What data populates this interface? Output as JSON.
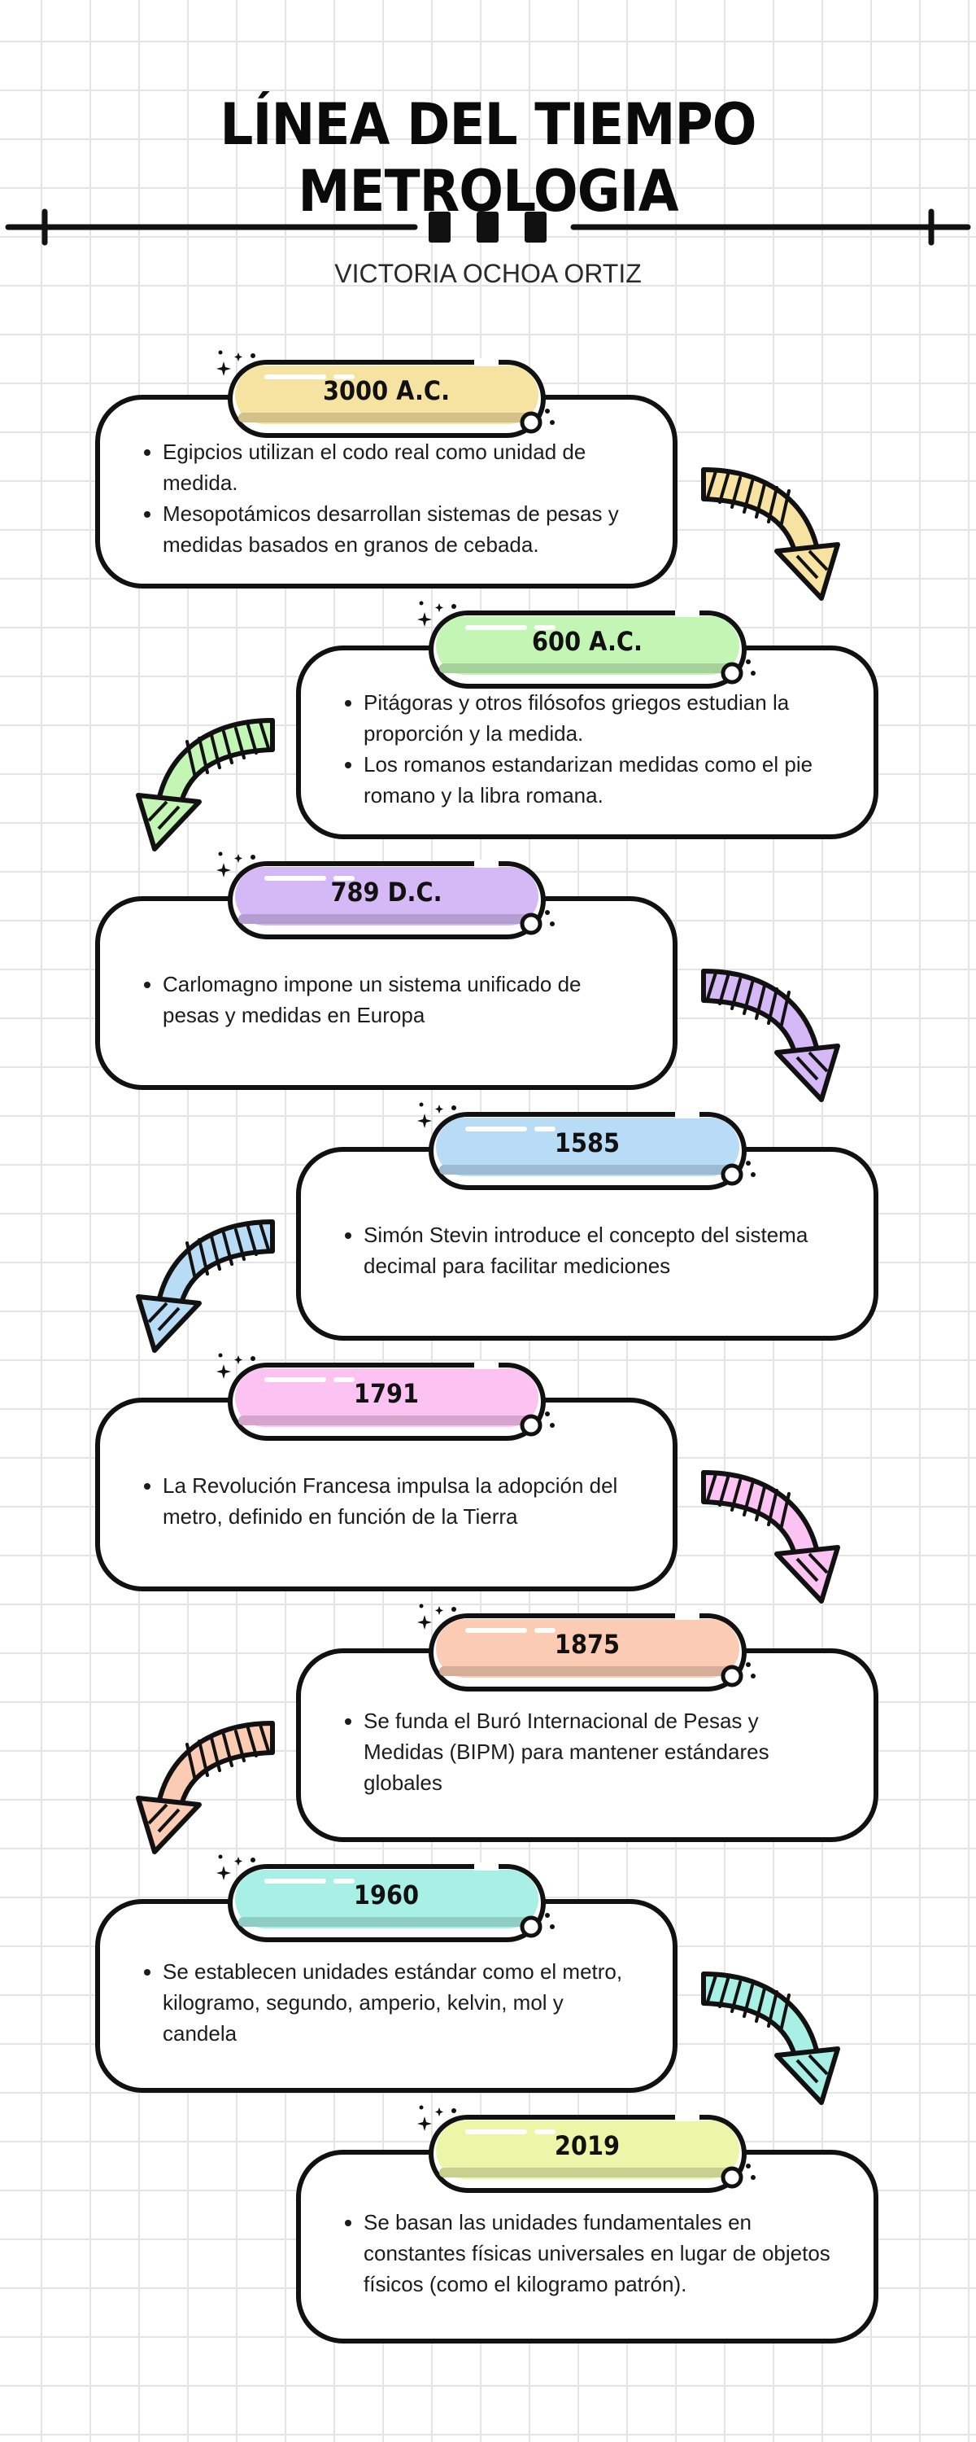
{
  "title": "LÍNEA DEL TIEMPO METROLOGIA",
  "author": "VICTORIA OCHOA ORTIZ",
  "entries": [
    {
      "label": "3000 A.C.",
      "color": "#f7e3a1",
      "items": [
        "Egipcios utilizan el codo real como unidad de medida.",
        "Mesopotámicos desarrollan sistemas de pesas y medidas basados en granos de cebada."
      ]
    },
    {
      "label": "600 A.C.",
      "color": "#c3f5b5",
      "items": [
        "Pitágoras y otros filósofos griegos estudian la proporción y la medida.",
        "Los romanos estandarizan medidas como el pie romano y la libra romana."
      ]
    },
    {
      "label": "789 D.C.",
      "color": "#d5b8f6",
      "items": [
        "Carlomagno impone un sistema unificado de pesas y medidas en Europa"
      ]
    },
    {
      "label": "1585",
      "color": "#b8dbf6",
      "items": [
        "Simón Stevin introduce el concepto del sistema decimal para facilitar mediciones"
      ]
    },
    {
      "label": "1791",
      "color": "#fcc2f2",
      "items": [
        "La Revolución Francesa impulsa la adopción del metro, definido en función de la Tierra"
      ]
    },
    {
      "label": "1875",
      "color": "#fbcbb3",
      "items": [
        "Se funda el Buró Internacional de Pesas y Medidas (BIPM) para mantener estándares globales"
      ]
    },
    {
      "label": "1960",
      "color": "#a8f0e6",
      "items": [
        "Se establecen unidades estándar como el metro, kilogramo, segundo, amperio, kelvin, mol y candela"
      ]
    },
    {
      "label": "2019",
      "color": "#ecf5a8",
      "items": [
        "Se basan las unidades fundamentales en constantes físicas universales en lugar de objetos físicos (como el kilogramo patrón)."
      ]
    }
  ],
  "icons": {
    "arrow": "curved-arrow-icon",
    "sparkle": "sparkle-icon",
    "dots": "divider-dots-icon"
  }
}
